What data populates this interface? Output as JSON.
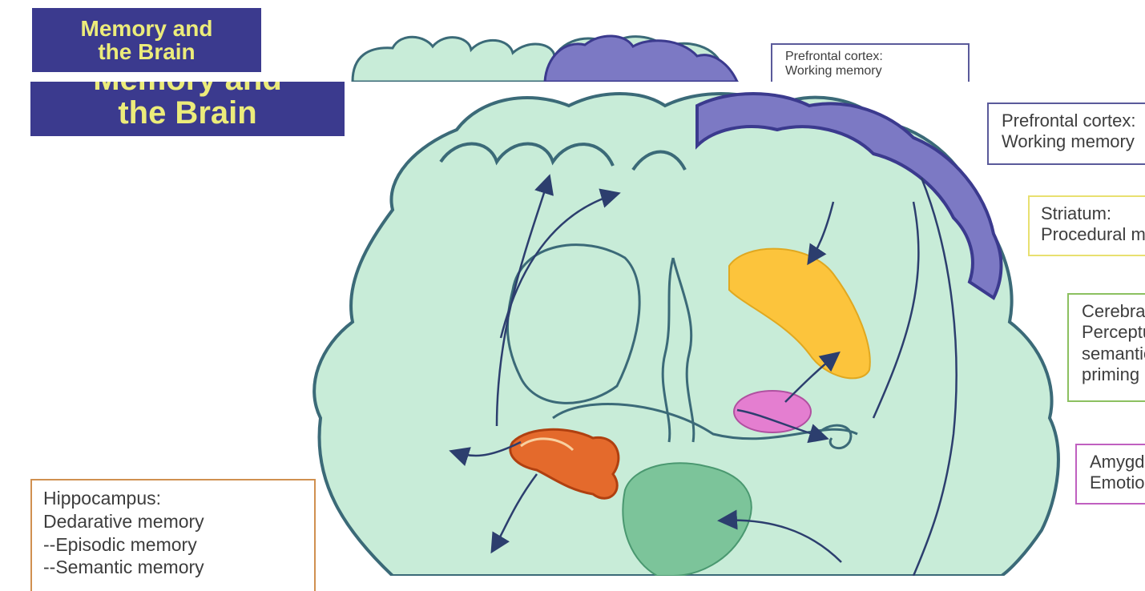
{
  "title": {
    "line1": "Memory and",
    "line2": "the Brain"
  },
  "labels": {
    "prefrontal": {
      "title": "Prefrontal cortex:",
      "body": "Working memory",
      "color": "#5a5a9a"
    },
    "striatum": {
      "title": "Striatum:",
      "body": "Procedural memory",
      "color": "#e8e070"
    },
    "cerebral": {
      "title": "Cerebral cortex:",
      "line2": "Perceptual priming,",
      "line3": "semantic",
      "line4": "priming",
      "color": "#8cc060"
    },
    "amygdala": {
      "title": "Amygdala:",
      "body": "Emotional memory",
      "color": "#c060c0"
    },
    "hippocampus": {
      "title": "Hippocampus:",
      "line2": "Dedarative memory",
      "line3": "--Episodic memory",
      "line4": "--Semantic memory",
      "color": "#d09050"
    }
  },
  "small_top": {
    "title": {
      "line1": "Memory and",
      "line2": "the Brain"
    },
    "prefrontal": {
      "title": "Prefrontal cortex:",
      "body": "Working memory"
    }
  },
  "colors": {
    "brain_fill": "#c8ecd8",
    "brain_outline": "#3b6a78",
    "prefrontal": "#7c79c4",
    "striatum": "#fcc43c",
    "amygdala": "#e47ed0",
    "hippocampus": "#e46a2c",
    "cerebellum": "#7cc49a",
    "arrow": "#2c3e6e"
  }
}
